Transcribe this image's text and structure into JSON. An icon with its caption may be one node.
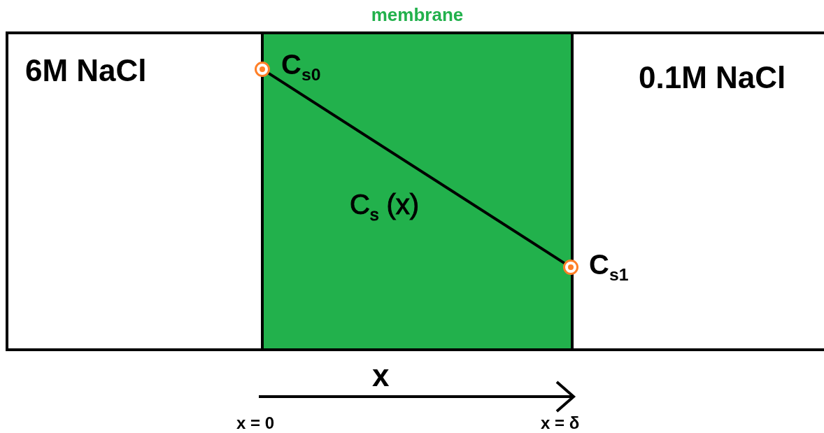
{
  "diagram": {
    "nodes": [
      {
        "text": [
          "6M NaCl"
        ]
      },
      {
        "text": [
          "membrane"
        ]
      },
      {
        "text": [
          "0.1M NaCl"
        ]
      },
      {
        "text": [],
        "shape": "circle",
        "beside": [
          "C$_{s0}$"
        ],
        "in": 1
      },
      {
        "text": [],
        "shape": "circle",
        "beside": [
          "C$_{s1}$"
        ],
        "in": 1
      }
    ],
    "edges": [
      {
        "from": 3,
        "to": 4,
        "arrow": "none",
        "label": "C$_{s}$ (x)"
      }
    ],
    "labels": [
      "x",
      "x = 0",
      "x = δ"
    ]
  }
}
